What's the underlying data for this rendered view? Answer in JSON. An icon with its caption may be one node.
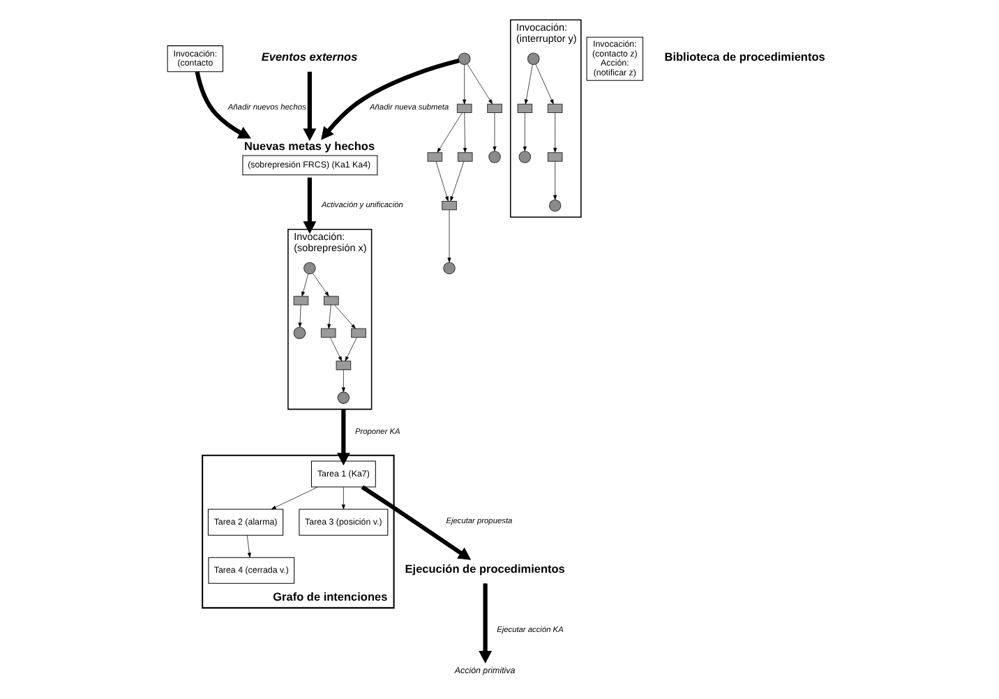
{
  "diagram": {
    "nodes": [
      {
        "text": [
          "Eventos externos"
        ]
      },
      {
        "text": [
          "Nuevas metas y hechos",
          "(sobrepresión FRCS) (Ka1 Ka4)"
        ]
      },
      {
        "text": [
          "Acción primitiva"
        ]
      },
      {
        "text": [
          "Ejecución de procedimientos"
        ]
      },
      {
        "text": [],
        "shape": "circle"
      },
      {
        "text": [],
        "shape": "box"
      },
      {
        "text": [],
        "shape": "box"
      },
      {
        "text": [],
        "shape": "circle"
      },
      {
        "text": [],
        "shape": "box"
      },
      {
        "text": [],
        "shape": "box"
      },
      {
        "text": [],
        "shape": "box"
      },
      {
        "text": [],
        "shape": "circle"
      },
      {
        "text": [
          "Invocación:",
          "(interruptor y)"
        ]
      },
      {
        "text": [],
        "shape": "circle",
        "in": 12
      },
      {
        "text": [],
        "shape": "box",
        "in": 12
      },
      {
        "text": [],
        "shape": "box",
        "in": 12
      },
      {
        "text": [],
        "shape": "circle",
        "in": 12
      },
      {
        "text": [],
        "shape": "box",
        "in": 12
      },
      {
        "text": [],
        "shape": "circle",
        "in": 12
      },
      {
        "text": [
          "Invocación:",
          "(contacto"
        ]
      },
      {
        "text": [
          "Invocación:",
          "(contacto z)",
          "Acción:",
          "(notificar z)"
        ]
      },
      {
        "text": [
          "Invocación:",
          "(sobrepresión x)"
        ]
      },
      {
        "text": [],
        "shape": "circle",
        "in": 21
      },
      {
        "text": [],
        "shape": "box",
        "in": 21
      },
      {
        "text": [],
        "shape": "box",
        "in": 21
      },
      {
        "text": [],
        "shape": "circle",
        "in": 21
      },
      {
        "text": [],
        "shape": "box",
        "in": 21
      },
      {
        "text": [],
        "shape": "box",
        "in": 21
      },
      {
        "text": [],
        "shape": "box",
        "in": 21
      },
      {
        "text": [],
        "shape": "circle",
        "in": 21
      },
      {
        "text": [
          "Grafo de intenciones"
        ]
      },
      {
        "text": [
          "Tarea 1 (Ka7)"
        ],
        "in": 30
      },
      {
        "text": [
          "Tarea 2 (alarma)"
        ],
        "in": 30
      },
      {
        "text": [
          "Tarea 4 (cerrada v.)"
        ],
        "in": 30
      },
      {
        "text": [
          "Tarea 3 (posición v.)"
        ],
        "in": 30
      }
    ],
    "edges": [
      {
        "from": 0,
        "to": 1,
        "arrow": "to",
        "style": "thick"
      },
      {
        "from": 4,
        "to": 1,
        "arrow": "to",
        "style": "thick",
        "label": "Añadir nueva submeta"
      },
      {
        "from": 1,
        "to": 21,
        "arrow": "to",
        "style": "thick",
        "label": "Activación y unificación"
      },
      {
        "from": 19,
        "to": 1,
        "arrow": "to",
        "style": "thick",
        "label": "Añadir nuevos hechos"
      },
      {
        "from": 21,
        "to": 31,
        "arrow": "to",
        "style": "thick",
        "label": "Proponer KA"
      },
      {
        "from": 31,
        "to": 3,
        "arrow": "to",
        "style": "thick",
        "label": "Ejecutar propuesta"
      },
      {
        "from": 3,
        "to": 2,
        "arrow": "to",
        "style": "thick",
        "label": "Ejecutar acción KA"
      },
      {
        "from": 4,
        "to": 5,
        "arrow": "to"
      },
      {
        "from": 4,
        "to": 6,
        "arrow": "to"
      },
      {
        "from": 5,
        "to": 7,
        "arrow": "to"
      },
      {
        "from": 6,
        "to": 8,
        "arrow": "to"
      },
      {
        "from": 6,
        "to": 9,
        "arrow": "to"
      },
      {
        "from": 8,
        "to": 10,
        "arrow": "to"
      },
      {
        "from": 9,
        "to": 10,
        "arrow": "to"
      },
      {
        "from": 10,
        "to": 11,
        "arrow": "to"
      },
      {
        "from": 13,
        "to": 14,
        "arrow": "to"
      },
      {
        "from": 13,
        "to": 15,
        "arrow": "to"
      },
      {
        "from": 14,
        "to": 16,
        "arrow": "to"
      },
      {
        "from": 15,
        "to": 17,
        "arrow": "to"
      },
      {
        "from": 17,
        "to": 18,
        "arrow": "to"
      },
      {
        "from": 22,
        "to": 23,
        "arrow": "to"
      },
      {
        "from": 22,
        "to": 24,
        "arrow": "to"
      },
      {
        "from": 23,
        "to": 25,
        "arrow": "to"
      },
      {
        "from": 24,
        "to": 26,
        "arrow": "to"
      },
      {
        "from": 24,
        "to": 27,
        "arrow": "to"
      },
      {
        "from": 26,
        "to": 28,
        "arrow": "to"
      },
      {
        "from": 27,
        "to": 28,
        "arrow": "to"
      },
      {
        "from": 28,
        "to": 29,
        "arrow": "to"
      },
      {
        "from": 31,
        "to": 32,
        "arrow": "to"
      },
      {
        "from": 31,
        "to": 34,
        "arrow": "to"
      },
      {
        "from": 32,
        "to": 33,
        "arrow": "to"
      }
    ],
    "labels": [
      "Biblioteca de procedimientos"
    ]
  }
}
